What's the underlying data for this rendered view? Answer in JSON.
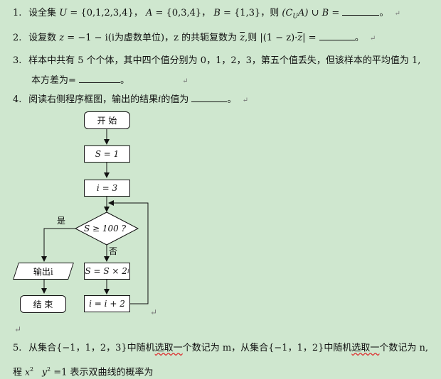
{
  "q1": {
    "num": "1.",
    "lead": "设全集",
    "U": "U",
    "eq1": " = {0,1,2,3,4}，",
    "A": "A",
    "eq2": " = {0,3,4}，",
    "B": "B",
    "eq3": " = {1,3}，则",
    "comp": "(C",
    "comp_sub": "U",
    "compA": "A)",
    "union": " ∪ B =",
    "end": "。"
  },
  "q2": {
    "num": "2.",
    "text1": "设复数",
    "z": "z",
    "eq": " = −1 − i(i为虚数单位)，z 的共轭复数为",
    "zbar": "z",
    "text2": ",则",
    "abs": "|(1 − z)·",
    "zbar2": "z",
    "abs_end": "| =",
    "end": "。"
  },
  "q3": {
    "num": "3.",
    "text": "样本中共有 5 个个体，其中四个值分别为 0，1，2，3，第五个值丢失，但该样本的平均值为 1,",
    "cont": "本方差为=",
    "end": "。"
  },
  "q4": {
    "num": "4.",
    "text": "阅读右侧程序框图，输出的结果",
    "var": "i",
    "text2": "的值为",
    "end": "。"
  },
  "flowchart": {
    "start": "开 始",
    "s_init": "S = 1",
    "i_init": "i = 3",
    "condition": "S ≥ 100 ?",
    "yes": "是",
    "no": "否",
    "output": "输出i",
    "update_s": "S = S × 2",
    "update_s_sup": "i",
    "update_i": "i = i + 2",
    "end": "结 束"
  },
  "q5": {
    "num": "5.",
    "text1": "从集合{−1，1，2，3}中随机",
    "squiggle1": "选取一",
    "text2": "个数记为 m，从集合{−1，1，2}中随机",
    "squiggle2": "选取一",
    "text3": "个数记为 n,",
    "partial": "程",
    "frac_tail": "=1 表示双曲线的概率为"
  },
  "return_mark": "↵"
}
